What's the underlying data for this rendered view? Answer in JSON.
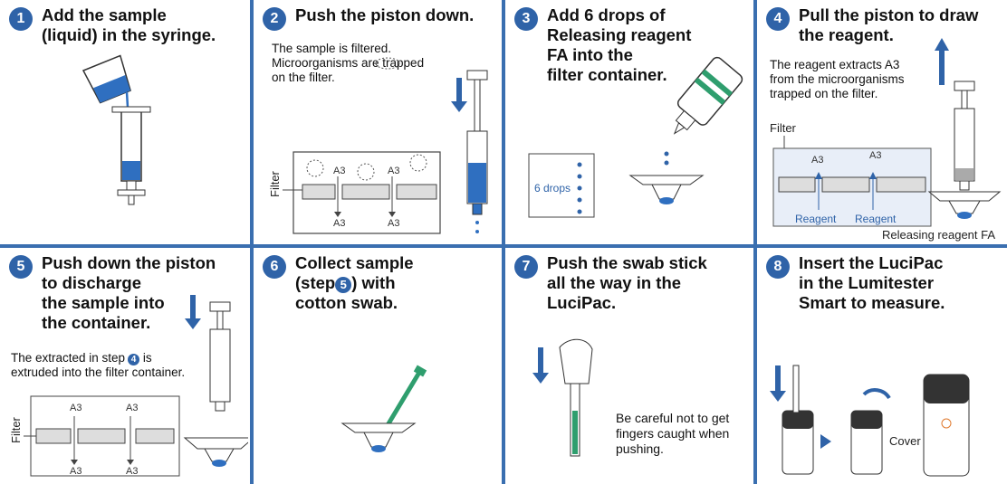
{
  "steps": [
    {
      "num": "1",
      "title": "Add the sample\n(liquid) in the syringe."
    },
    {
      "num": "2",
      "title": "Push the piston down.",
      "note": "The sample is filtered.\nMicroorganisms        are trapped\non the filter.",
      "filter_label": "Filter",
      "a3": "A3"
    },
    {
      "num": "3",
      "title": "Add 6 drops of\nReleasing reagent\nFA into the\nfilter container.",
      "drops_label": "6 drops"
    },
    {
      "num": "4",
      "title": "Pull the piston to draw\nthe reagent.",
      "note": "The reagent extracts A3\nfrom the microorganisms\ntrapped on the filter.",
      "filter_label": "Filter",
      "reagent_label": "Reagent",
      "a3": "A3",
      "bottle_label": "Releasing reagent FA"
    },
    {
      "num": "5",
      "title": "Push down the piston\nto discharge\nthe sample into\nthe container.",
      "note_pre": "The extracted in step",
      "note_step": "4",
      "note_post": " is\nextruded into the filter container.",
      "filter_label": "Filter",
      "a3": "A3"
    },
    {
      "num": "6",
      "title_pre": "Collect sample\n(step",
      "title_step": "5",
      "title_post": ") with\ncotton swab."
    },
    {
      "num": "7",
      "title": "Push the swab stick\nall the way in the\nLuciPac.",
      "caution": "Be careful not to get\nfingers caught when\npushing."
    },
    {
      "num": "8",
      "title": "Insert the LuciPac\nin the Lumitester\nSmart to measure.",
      "cover_label": "Cover"
    }
  ],
  "colors": {
    "accent": "#2f63a8",
    "divider": "#3a6fb0",
    "liquid": "#2f6fc0",
    "filter_hatch": "#bbbbbb",
    "light_blue": "#e8eef8"
  }
}
